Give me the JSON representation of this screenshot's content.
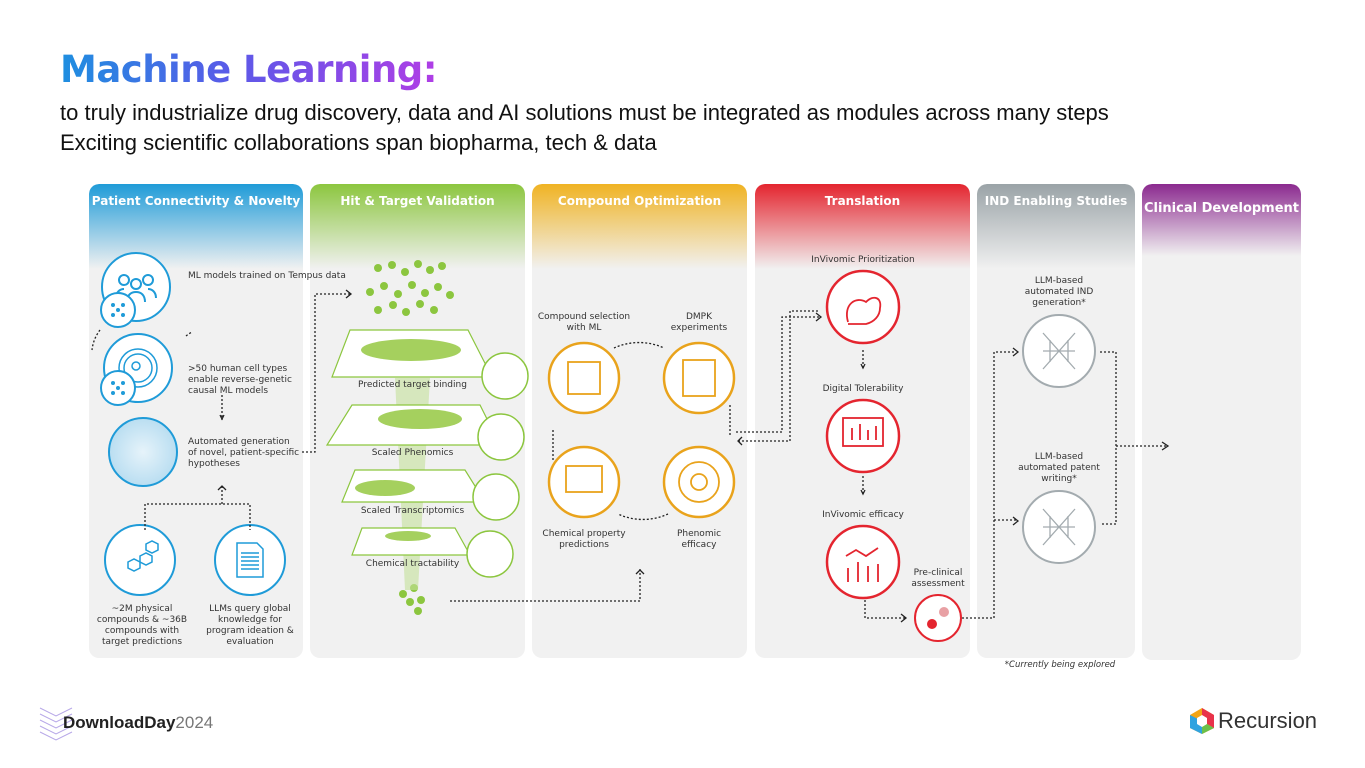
{
  "title": "Machine Learning:",
  "subtitle_lines": [
    "to truly industrialize drug discovery, data and AI solutions must be integrated as modules across many steps",
    "Exciting scientific collaborations span biopharma, tech & data"
  ],
  "colors": {
    "blue": "#1f9bd8",
    "green": "#8cc63f",
    "orange": "#e9a31c",
    "red": "#e4252f",
    "gray": "#a3abaf",
    "purple": "#8b2a8f"
  },
  "columns": [
    {
      "title": "Patient Connectivity & Novelty",
      "items": [
        "ML models trained on Tempus data",
        ">50 human cell types enable reverse-genetic causal ML models",
        "Automated generation of novel, patient-specific hypotheses",
        "~2M physical compounds & ~36B compounds with target predictions",
        "LLMs query global knowledge for program ideation & evaluation"
      ]
    },
    {
      "title": "Hit & Target Validation",
      "items": [
        "Predicted target binding",
        "Scaled Phenomics",
        "Scaled Transcriptomics",
        "Chemical tractability"
      ]
    },
    {
      "title": "Compound Optimization",
      "items": [
        "Compound selection with ML",
        "DMPK experiments",
        "Chemical property predictions",
        "Phenomic efficacy"
      ]
    },
    {
      "title": "Translation",
      "items": [
        "InVivomic Prioritization",
        "Digital Tolerability",
        "InVivomic efficacy",
        "Pre-clinical assessment"
      ]
    },
    {
      "title": "IND Enabling Studies",
      "items": [
        "LLM-based automated IND generation*",
        "LLM-based automated patent writing*"
      ]
    },
    {
      "title": "Clinical Development",
      "items": []
    }
  ],
  "footnote": "*Currently being explored",
  "footer": {
    "event_name": "DownloadDay",
    "event_year": "2024",
    "company": "Recursion"
  }
}
